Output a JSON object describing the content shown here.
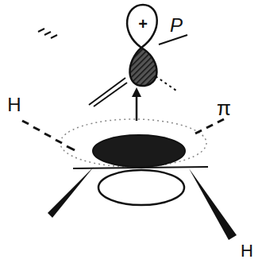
{
  "diagram": {
    "labels": [
      "+",
      "P",
      "H",
      "π",
      "H"
    ]
  }
}
